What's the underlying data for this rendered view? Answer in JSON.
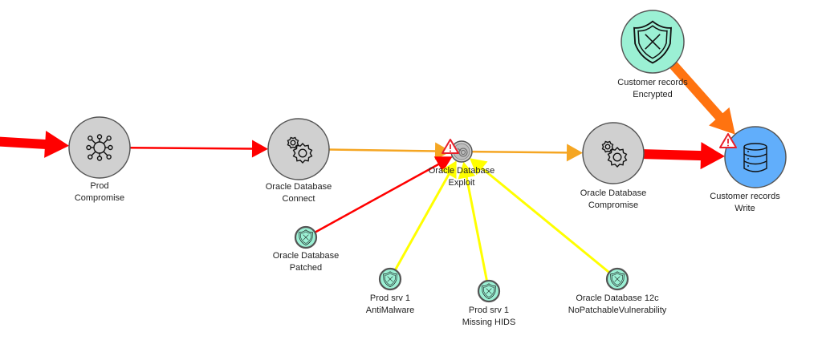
{
  "diagram": {
    "title": "Attack graph",
    "colors": {
      "critical_edge": "#ff0000",
      "medium_edge": "#f5a623",
      "high_edge": "#ff7310",
      "control_edge": "#ffff00",
      "gray_node": "#d0d0d0",
      "control_node": "#9bf0d4",
      "target_node": "#61aefb",
      "warning": "#e8202a"
    },
    "nodes": [
      {
        "id": "prod-compromise",
        "label": [
          "Prod",
          "Compromise"
        ],
        "kind": "step",
        "icon": "network-hub-icon"
      },
      {
        "id": "oracle-connect",
        "label": [
          "Oracle Database",
          "Connect"
        ],
        "kind": "step",
        "icon": "gears-icon"
      },
      {
        "id": "oracle-exploit",
        "label": [
          "Oracle Database",
          "Exploit"
        ],
        "kind": "exploit",
        "icon": "exploit-icon",
        "warning": true
      },
      {
        "id": "oracle-compromise",
        "label": [
          "Oracle Database",
          "Compromise"
        ],
        "kind": "step",
        "icon": "gears-icon"
      },
      {
        "id": "customer-write",
        "label": [
          "Customer records",
          "Write"
        ],
        "kind": "target",
        "icon": "database-icon",
        "warning": true
      },
      {
        "id": "customer-encrypted",
        "label": [
          "Customer records",
          "Encrypted"
        ],
        "kind": "control-large",
        "icon": "shield-x-icon"
      },
      {
        "id": "oracle-patched",
        "label": [
          "Oracle Database",
          "Patched"
        ],
        "kind": "control",
        "icon": "shield-x-icon"
      },
      {
        "id": "prod-antimalware",
        "label": [
          "Prod srv 1",
          "AntiMalware"
        ],
        "kind": "control",
        "icon": "shield-x-icon"
      },
      {
        "id": "prod-hids",
        "label": [
          "Prod srv 1",
          "Missing HIDS"
        ],
        "kind": "control",
        "icon": "shield-x-icon"
      },
      {
        "id": "oracle-nopatch",
        "label": [
          "Oracle Database 12c",
          "NoPatchableVulnerability"
        ],
        "kind": "control",
        "icon": "shield-x-icon"
      }
    ],
    "edges": [
      {
        "from": "offscreen-left",
        "to": "prod-compromise",
        "severity": "critical",
        "weight": "heavy"
      },
      {
        "from": "prod-compromise",
        "to": "oracle-connect",
        "severity": "critical",
        "weight": "thin"
      },
      {
        "from": "oracle-connect",
        "to": "oracle-exploit",
        "severity": "medium",
        "weight": "thin"
      },
      {
        "from": "oracle-exploit",
        "to": "oracle-compromise",
        "severity": "medium",
        "weight": "thin"
      },
      {
        "from": "oracle-compromise",
        "to": "customer-write",
        "severity": "critical",
        "weight": "heavy"
      },
      {
        "from": "customer-encrypted",
        "to": "customer-write",
        "severity": "high",
        "weight": "heavy"
      },
      {
        "from": "oracle-patched",
        "to": "oracle-exploit",
        "severity": "critical",
        "weight": "thin"
      },
      {
        "from": "prod-antimalware",
        "to": "oracle-exploit",
        "severity": "control",
        "weight": "thin"
      },
      {
        "from": "prod-hids",
        "to": "oracle-exploit",
        "severity": "control",
        "weight": "thin"
      },
      {
        "from": "oracle-nopatch",
        "to": "oracle-exploit",
        "severity": "control",
        "weight": "thin"
      }
    ]
  }
}
